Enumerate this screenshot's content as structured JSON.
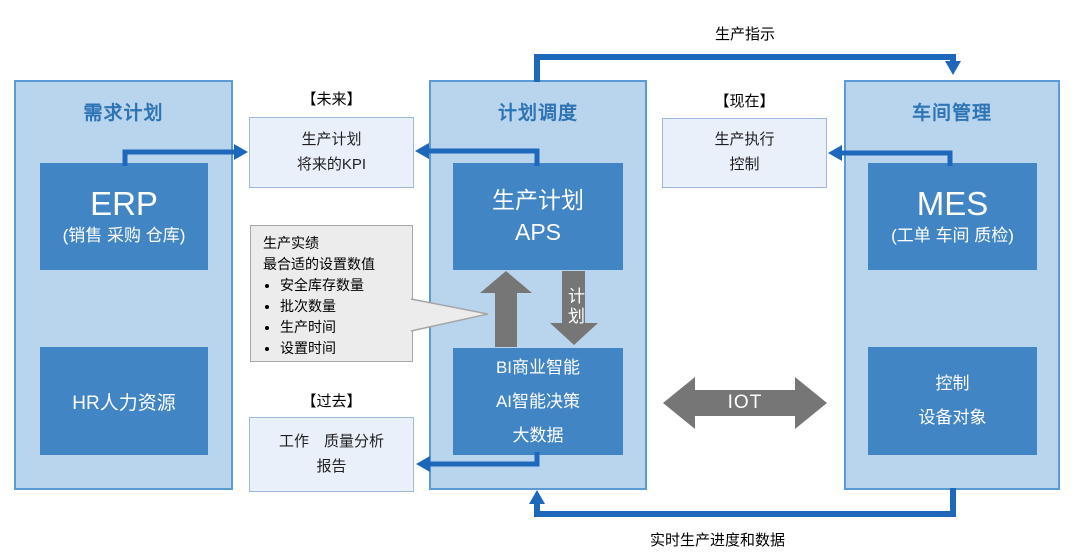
{
  "colors": {
    "panel-fill": "#B9D5EE",
    "panel-border": "#5B9BD5",
    "box-fill": "#4285C5",
    "box-text": "#FFFFFF",
    "title-text": "#2E74B5",
    "light-fill": "#E9F0FA",
    "light-border": "#9DB9DE",
    "blue-arrow": "#1E68BC",
    "gray-arrow": "#767676",
    "callout-fill": "#ECECEC",
    "callout-border": "#A6A6A6"
  },
  "panels": {
    "demand": {
      "title": "需求计划",
      "erp": {
        "title": "ERP",
        "subtitle": "(销售 采购 仓库)"
      },
      "hr": {
        "label": "HR人力资源"
      }
    },
    "scheduling": {
      "title": "计划调度",
      "aps": {
        "line1": "生产计划",
        "line2": "APS"
      },
      "bi": {
        "line1": "BI商业智能",
        "line2": "AI智能决策",
        "line3": "大数据"
      }
    },
    "workshop": {
      "title": "车间管理",
      "mes": {
        "title": "MES",
        "subtitle": "(工单 车间 质检)"
      },
      "control": {
        "line1": "控制",
        "line2": "设备对象"
      }
    }
  },
  "time_boxes": {
    "future": {
      "tag": "【未来】",
      "line1": "生产计划",
      "line2": "将来的KPI"
    },
    "present": {
      "tag": "【现在】",
      "line1": "生产执行",
      "line2": "控制"
    },
    "past": {
      "tag": "【过去】",
      "line1": "工作　质量分析",
      "line2": "报告"
    }
  },
  "callout": {
    "line1": "生产实绩",
    "line2": "最合适的设置数值",
    "bullets": [
      "安全库存数量",
      "批次数量",
      "生产时间",
      "设置时间"
    ]
  },
  "arrows": {
    "top": "生产指示",
    "bottom": "实时生产进度和数据",
    "iot": "IOT",
    "plan": "计划"
  }
}
